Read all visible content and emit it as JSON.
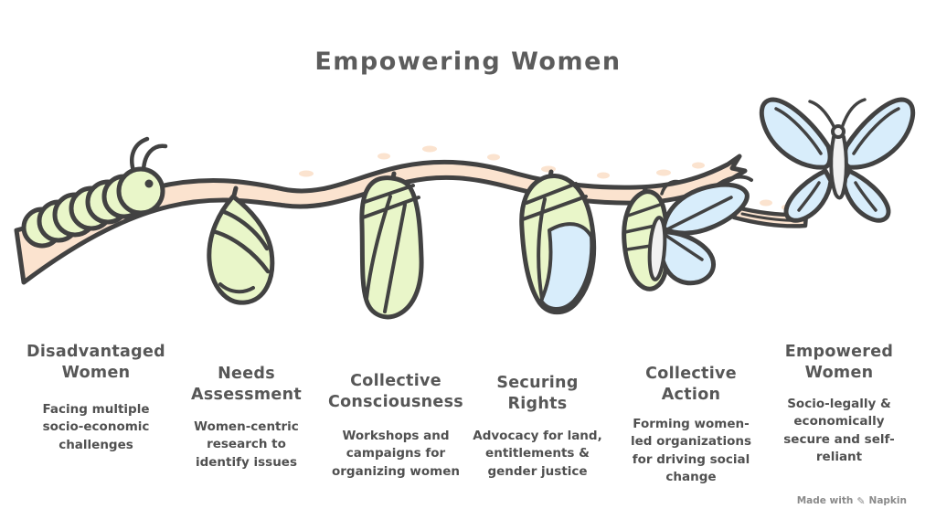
{
  "title": "Empowering Women",
  "stages": [
    {
      "id": "disadvantaged-women",
      "heading": "Disadvantaged Women",
      "description": "Facing multiple socio-economic challenges",
      "visual": "caterpillar-on-branch"
    },
    {
      "id": "needs-assessment",
      "heading": "Needs Assessment",
      "description": "Women-centric research to identify issues",
      "visual": "early-chrysalis"
    },
    {
      "id": "collective-consciousness",
      "heading": "Collective Consciousness",
      "description": "Workshops and campaigns for organizing women",
      "visual": "chrysalis"
    },
    {
      "id": "securing-rights",
      "heading": "Securing Rights",
      "description": "Advocacy for land, entitlements & gender justice",
      "visual": "maturing-chrysalis"
    },
    {
      "id": "collective-action",
      "heading": "Collective Action",
      "description": "Forming women-led organizations for driving social change",
      "visual": "emerging-butterfly"
    },
    {
      "id": "empowered-women",
      "heading": "Empowered Women",
      "description": "Socio-legally & economically secure and self-reliant",
      "visual": "butterfly-in-flight"
    }
  ],
  "watermark": {
    "prefix": "Made with",
    "brand": "Napkin",
    "icon_glyph": "✎"
  },
  "colors": {
    "outline": "#424242",
    "caterpillar_green": "#e9f6c9",
    "branch_peach": "#fbe3cf",
    "butterfly_blue": "#d8edfb",
    "heading_text": "#575757",
    "body_text": "#505050",
    "title_text": "#5c5c5c",
    "watermark_text": "#8a8a8a",
    "background": "#ffffff"
  }
}
